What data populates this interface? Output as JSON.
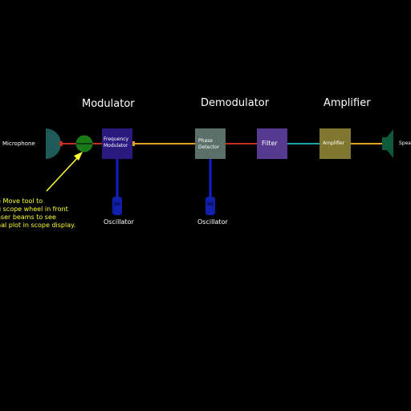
{
  "sections": {
    "modulator": "Modulator",
    "demodulator": "Demodulator",
    "amplifier": "Amplifier"
  },
  "components": {
    "microphone": "Microphone",
    "frequency_modulator_line1": "Frequency",
    "frequency_modulator_line2": "Modulator",
    "phase_detector_line1": "Phase",
    "phase_detector_line2": "Detector",
    "filter": "Filter",
    "amplifier_box": "Amplifier",
    "speaker": "Speak",
    "oscillator_1": "Oscillator",
    "oscillator_2": "Oscillator"
  },
  "hint": {
    "line1": "e Move tool to",
    "line2": "g scope wheel in front",
    "line3": "aser beams to see",
    "line4": "nal plot in scope display."
  },
  "colors": {
    "background": "#000000",
    "beam_red": "#c0301c",
    "beam_orange": "#e0a020",
    "beam_teal": "#20a0a8",
    "beam_blue": "#1020d0",
    "modulator_box": "#2a1a80",
    "phase_detector_box": "#5a7068",
    "filter_box": "#553a90",
    "amplifier_box": "#807830",
    "microphone": "#1e5a58",
    "scope_wheel": "#1a7a18",
    "speaker": "#0e5a3a",
    "hint_text": "#ffff33"
  },
  "icons": [
    "microphone-icon",
    "scope-wheel-icon",
    "speaker-icon",
    "oscillator-icon"
  ]
}
